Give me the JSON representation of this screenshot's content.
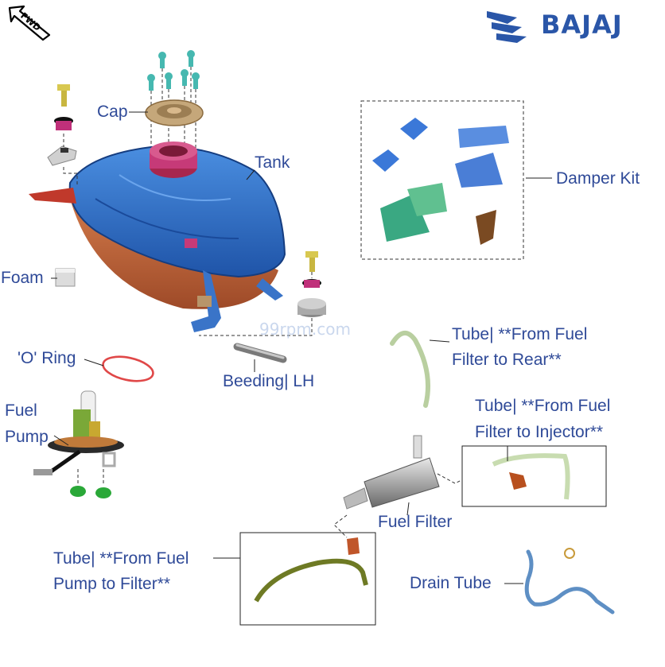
{
  "brand": {
    "name": "BAJAJ",
    "color": "#2a56a8",
    "logo_icon": "bajaj-emblem-icon"
  },
  "orientation": {
    "label": "FWD",
    "icon": "forward-arrow-icon"
  },
  "watermark": "99rpm.com",
  "parts": {
    "cap": "Cap",
    "tank": "Tank",
    "damper_kit": "Damper Kit",
    "foam": "Foam",
    "o_ring": "'O' Ring",
    "beeding_lh": "Beeding| LH",
    "fuel_pump_line1": "Fuel",
    "fuel_pump_line2": "Pump",
    "tube_rear_line1": "Tube| **From Fuel",
    "tube_rear_line2": "Filter to Rear**",
    "tube_injector_line1": "Tube| **From Fuel",
    "tube_injector_line2": "Filter to Injector**",
    "fuel_filter": "Fuel Filter",
    "tube_pump_line1": "Tube| **From Fuel",
    "tube_pump_line2": "Pump to Filter**",
    "drain_tube": "Drain Tube"
  },
  "colors": {
    "label_text": "#2f4a98",
    "tank_blue": "#2f6fc6",
    "tank_bottom": "#c0643a",
    "cap_magenta": "#c63a78",
    "damper_blue": "#3b78d8",
    "damper_green": "#3aa882",
    "tube_green": "#b9cfa0",
    "drain_blue": "#5e8fc4"
  }
}
